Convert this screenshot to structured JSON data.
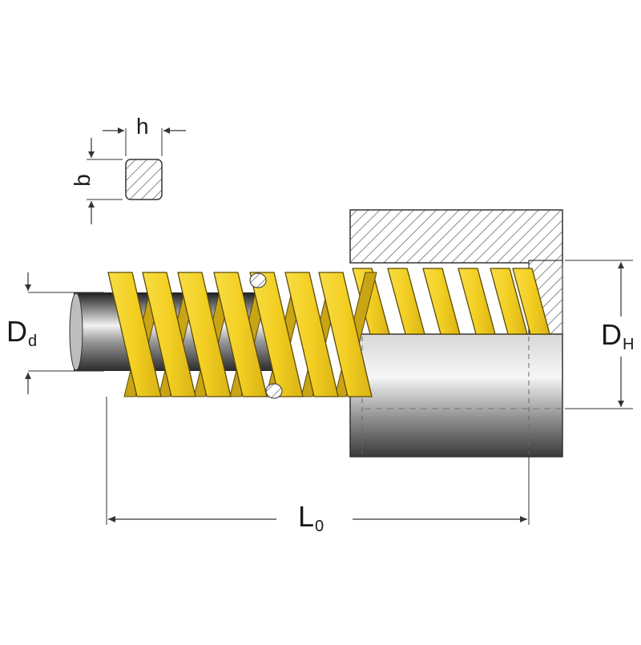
{
  "labels": {
    "rod_diameter": {
      "main": "D",
      "sub": "d"
    },
    "hole_diameter": {
      "main": "D",
      "sub": "H"
    },
    "free_length": {
      "main": "L",
      "sub": "0"
    },
    "wire_height": "h",
    "wire_width": "b"
  },
  "colors": {
    "spring": "#f4d22b",
    "spring_shade": "#c9a414",
    "rod_light": "#e6e6e6",
    "rod_dark": "#3a3a3a",
    "hatch": "#8a8a8a",
    "line": "#222222"
  }
}
